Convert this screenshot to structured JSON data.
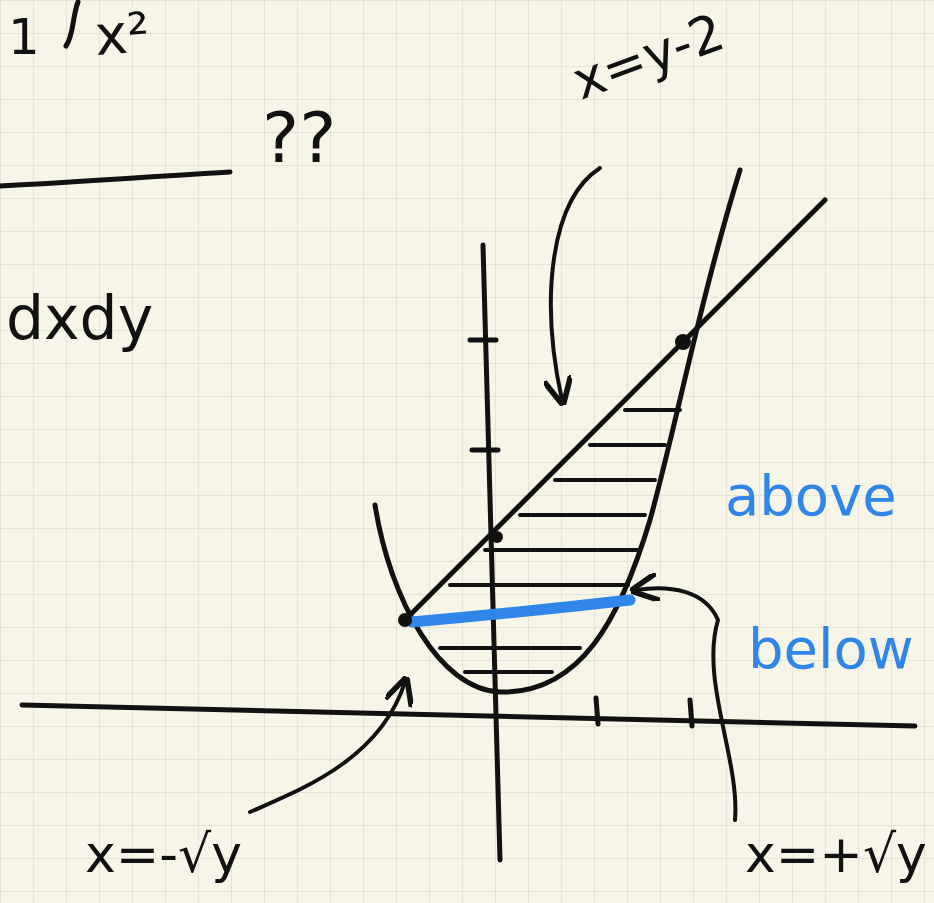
{
  "diagram": {
    "labels": [
      "1",
      "x²",
      "??",
      "dxdy",
      "x=y-2",
      "above",
      "below",
      "x=-√y",
      "x=+√y"
    ]
  }
}
